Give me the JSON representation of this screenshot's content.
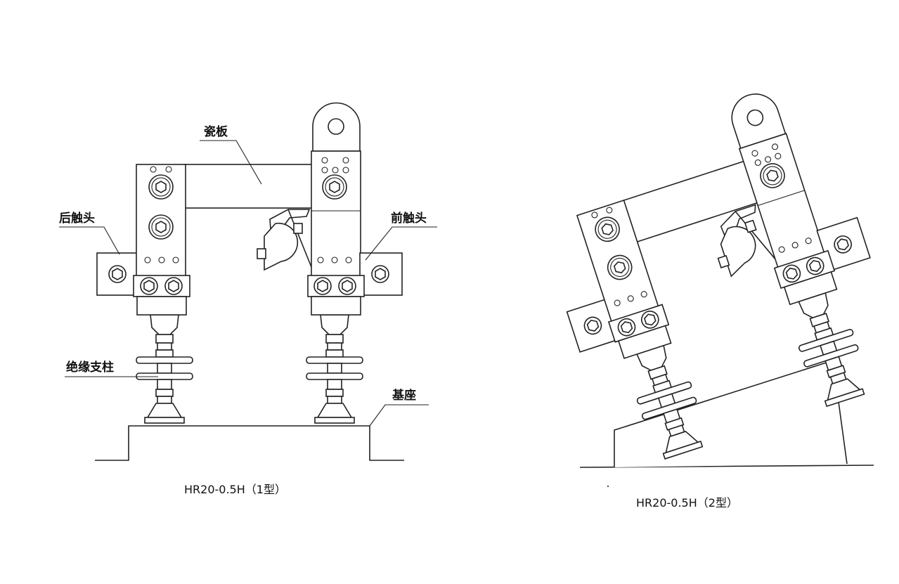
{
  "labels": {
    "porcelain_plate": "瓷板",
    "rear_contact": "后触头",
    "front_contact": "前触头",
    "insulator_post": "绝缘支柱",
    "base": "基座"
  },
  "captions": {
    "type1": "HR20-0.5H（1型）",
    "type2": "HR20-0.5H（2型）"
  }
}
